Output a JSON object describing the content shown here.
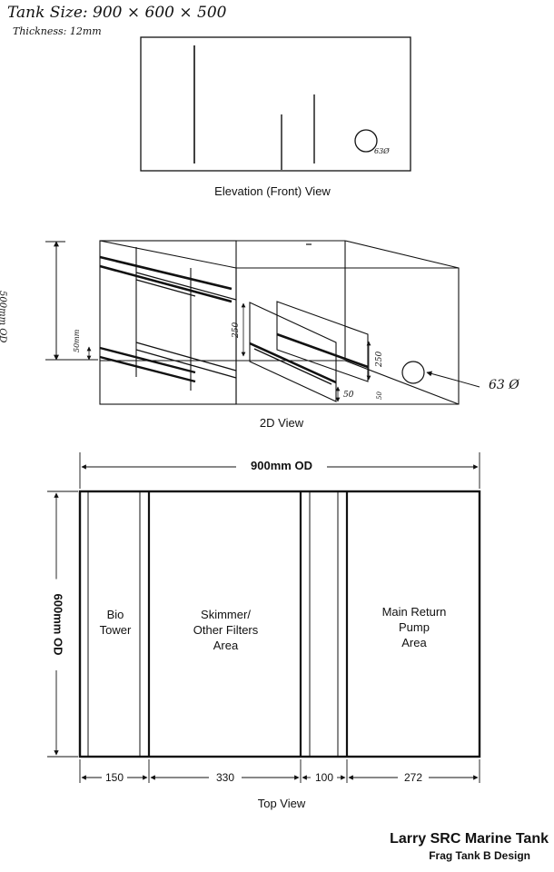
{
  "header": {
    "tank_size": "Tank Size: 900 × 600 × 500",
    "thickness": "Thickness: 12mm"
  },
  "elevation": {
    "caption": "Elevation (Front) View",
    "hole_label": "63Ø"
  },
  "view2d": {
    "caption": "2D View",
    "height_label": "500mm OD",
    "base_label": "50mm",
    "baffle_label_1": "250",
    "baffle_label_2": "250",
    "gap_label": "50",
    "gap_label_2": "50",
    "hole_label": "63 Ø"
  },
  "top_view": {
    "caption": "Top View",
    "width_label": "900mm OD",
    "depth_label": "600mm OD",
    "sections": [
      {
        "label_line1": "Bio",
        "label_line2": "Tower",
        "label_line3": ""
      },
      {
        "label_line1": "Skimmer/",
        "label_line2": "Other Filters",
        "label_line3": "Area"
      },
      {
        "label_line1": "",
        "label_line2": "",
        "label_line3": ""
      },
      {
        "label_line1": "Main Return",
        "label_line2": "Pump",
        "label_line3": "Area"
      }
    ],
    "dims": [
      "150",
      "330",
      "100",
      "272"
    ]
  },
  "footer": {
    "title": "Larry SRC Marine Tank",
    "subtitle": "Frag Tank B Design"
  }
}
